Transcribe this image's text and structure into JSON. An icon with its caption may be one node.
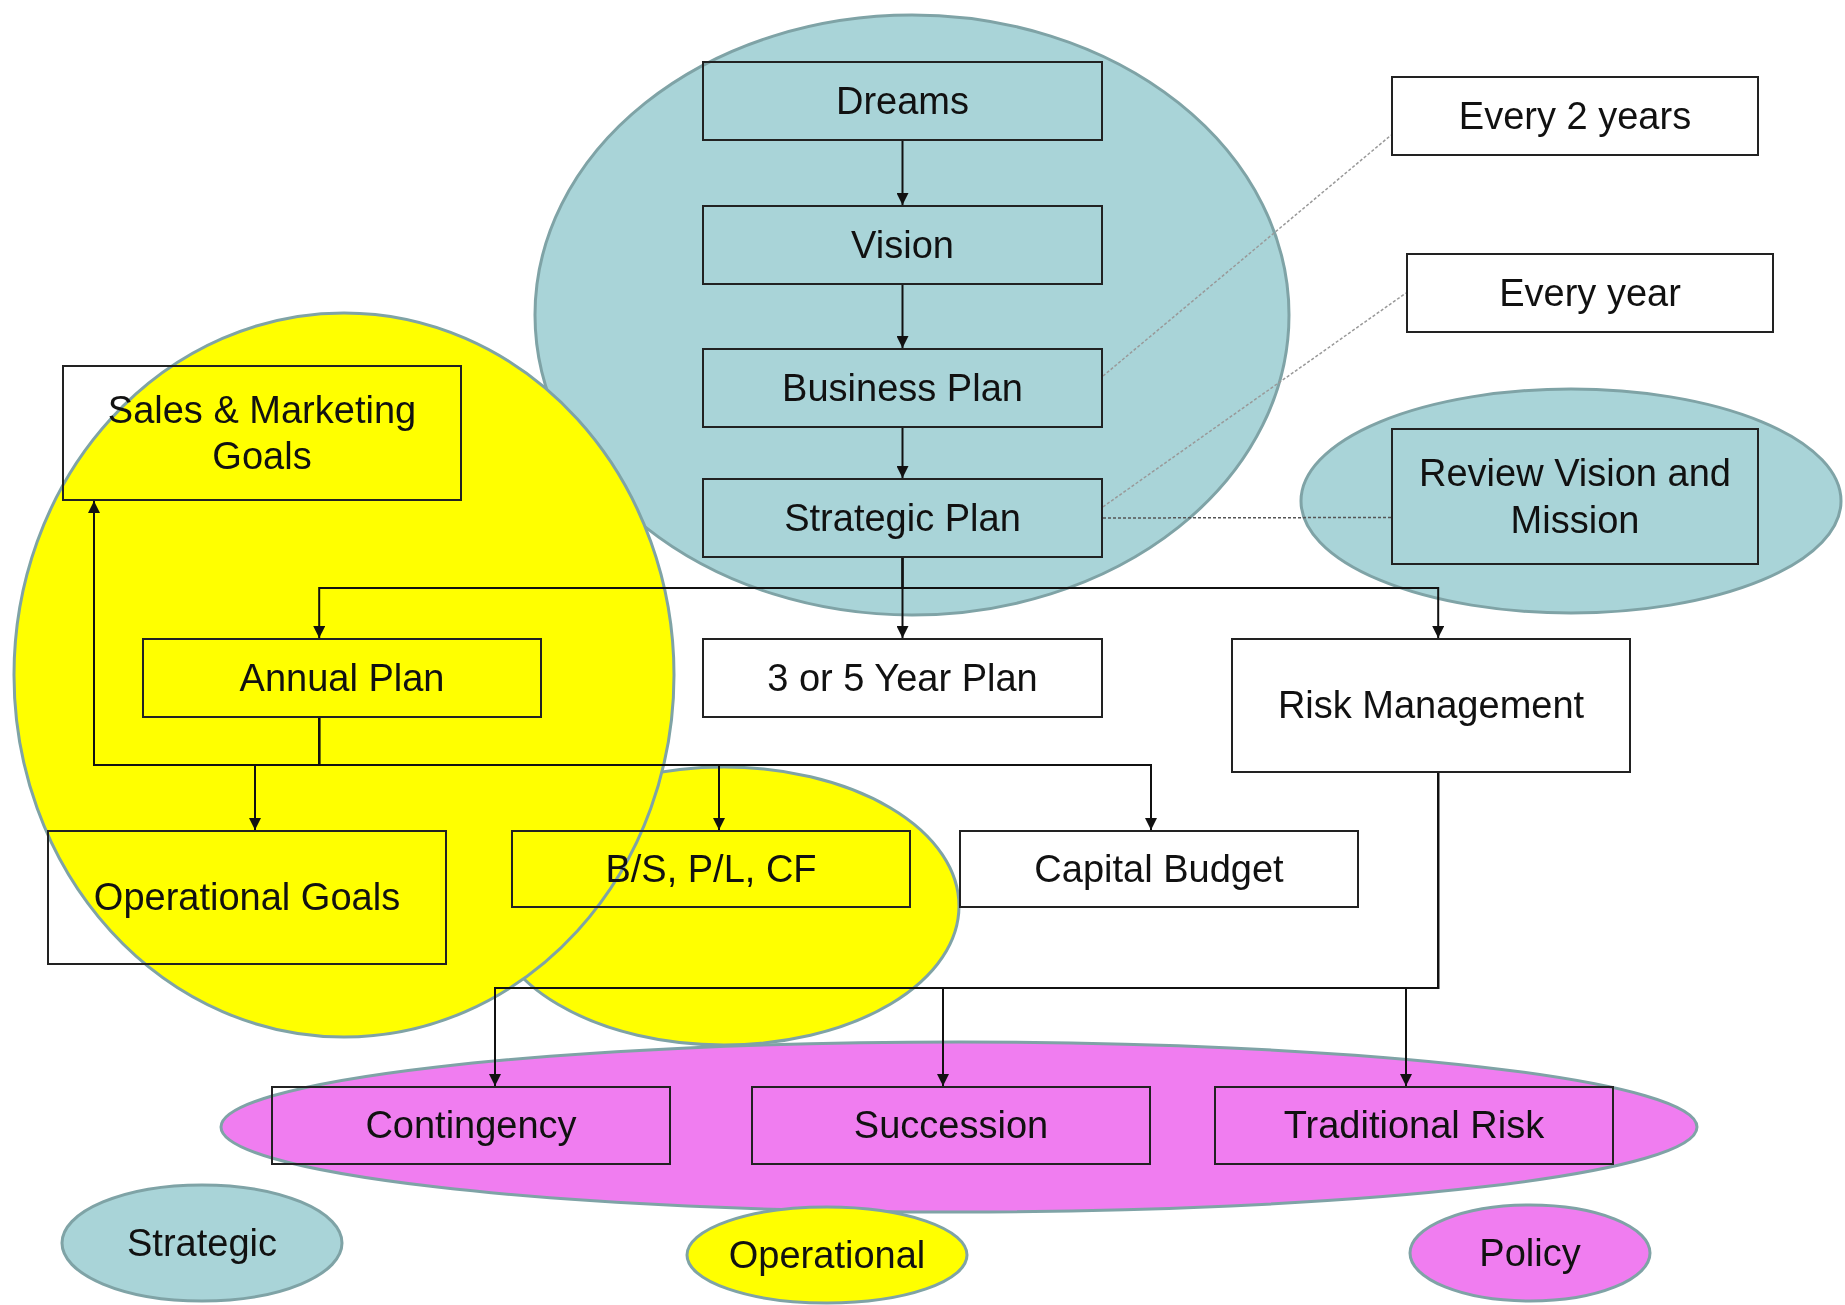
{
  "diagram": {
    "nodes": [
      {
        "text": [
          "Dreams"
        ]
      },
      {
        "text": [
          "Vision"
        ]
      },
      {
        "text": [
          "Business Plan"
        ]
      },
      {
        "text": [
          "Strategic Plan"
        ]
      },
      {
        "text": [
          "Every 2 years"
        ]
      },
      {
        "text": [
          "Every year"
        ]
      },
      {
        "text": [
          "Review Vision and Mission"
        ]
      },
      {
        "text": [
          "Sales & Marketing Goals"
        ]
      },
      {
        "text": [
          "Annual Plan"
        ]
      },
      {
        "text": [
          "3 or 5 Year Plan"
        ]
      },
      {
        "text": [
          "Risk Management"
        ]
      },
      {
        "text": [
          "Operational Goals"
        ]
      },
      {
        "text": [
          "B/S, P/L, CF"
        ]
      },
      {
        "text": [
          "Capital Budget"
        ]
      },
      {
        "text": [
          "Contingency"
        ]
      },
      {
        "text": [
          "Succession"
        ]
      },
      {
        "text": [
          "Traditional Risk"
        ]
      }
    ],
    "edges": [
      {
        "from": 0,
        "to": 1,
        "arrow": "to"
      },
      {
        "from": 1,
        "to": 2,
        "arrow": "to"
      },
      {
        "from": 2,
        "to": 3,
        "arrow": "to"
      },
      {
        "from": 2,
        "to": 4,
        "arrow": "none",
        "style": "dashed",
        "color": "#999999"
      },
      {
        "from": 3,
        "to": 5,
        "arrow": "none",
        "style": "dashed",
        "color": "#999999"
      },
      {
        "from": 3,
        "to": 6,
        "arrow": "none",
        "style": "dashed",
        "color": "#555555"
      },
      {
        "from": 3,
        "to": 8,
        "arrow": "to"
      },
      {
        "from": 3,
        "to": 9,
        "arrow": "to"
      },
      {
        "from": 3,
        "to": 10,
        "arrow": "to"
      },
      {
        "from": 8,
        "to": 7,
        "arrow": "to"
      },
      {
        "from": 8,
        "to": 11,
        "arrow": "to"
      },
      {
        "from": 8,
        "to": 12,
        "arrow": "to"
      },
      {
        "from": 8,
        "to": 13,
        "arrow": "to"
      },
      {
        "from": 10,
        "to": 14,
        "arrow": "to"
      },
      {
        "from": 10,
        "to": 15,
        "arrow": "to"
      },
      {
        "from": 10,
        "to": 16,
        "arrow": "to"
      }
    ],
    "legend": [
      {
        "text": "Strategic",
        "color": "#a9d4d8"
      },
      {
        "text": "Operational",
        "color": "#ffff00"
      },
      {
        "text": "Policy",
        "color": "#f07df0"
      }
    ]
  }
}
